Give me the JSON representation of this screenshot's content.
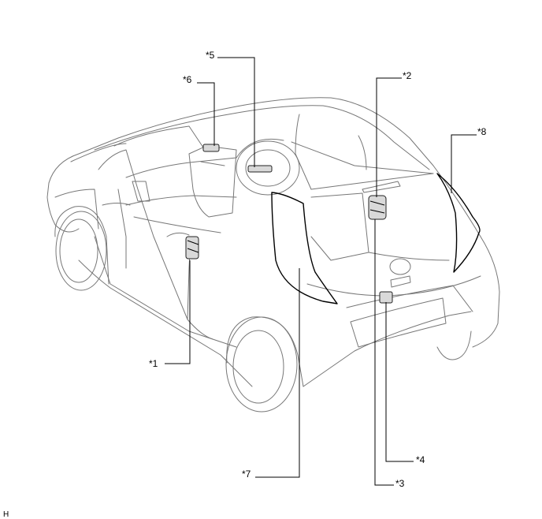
{
  "callouts": [
    {
      "id": "c1",
      "text": "*1"
    },
    {
      "id": "c2",
      "text": "*2"
    },
    {
      "id": "c3",
      "text": "*3"
    },
    {
      "id": "c4",
      "text": "*4"
    },
    {
      "id": "c5",
      "text": "*5"
    },
    {
      "id": "c6",
      "text": "*6"
    },
    {
      "id": "c7",
      "text": "*7"
    },
    {
      "id": "c8",
      "text": "*8"
    }
  ],
  "corner_code": "H"
}
